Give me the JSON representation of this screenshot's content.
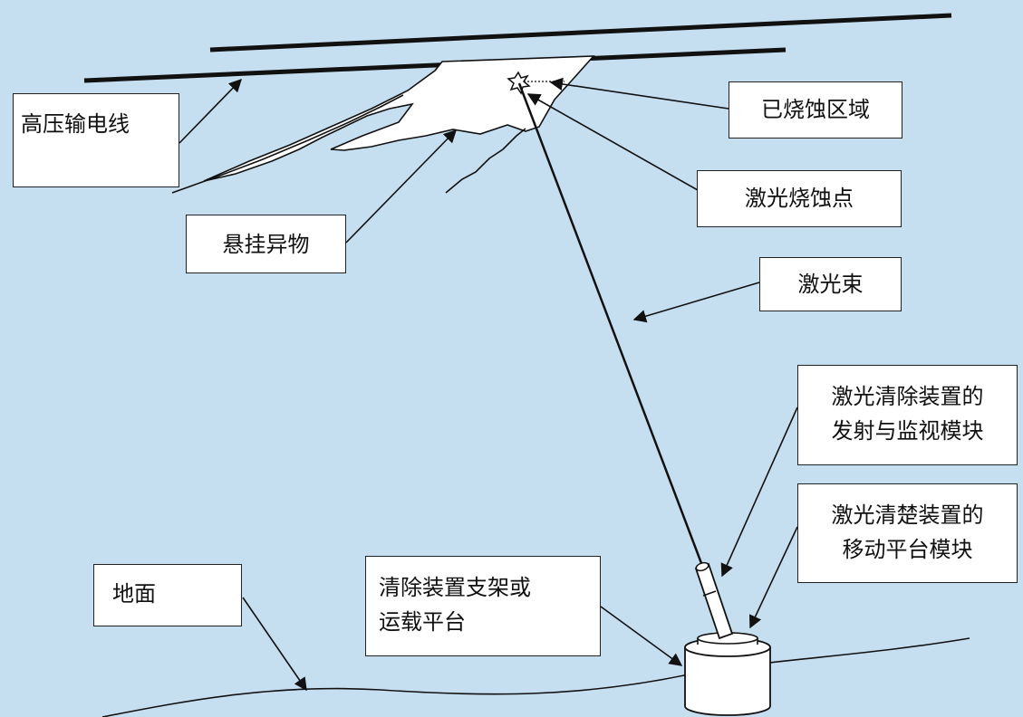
{
  "labels": {
    "power_line": "高压输电线",
    "ablated_area": "已烧蚀区域",
    "ablation_point": "激光烧蚀点",
    "foreign_object": "悬挂异物",
    "laser_beam": "激光束",
    "emit_module": [
      "激光清除装置的",
      "发射与监视模块"
    ],
    "platform_module": [
      "激光清楚装置的",
      "移动平台模块"
    ],
    "ground": "地面",
    "support": [
      "清除装置支架或",
      "运载平台"
    ]
  },
  "colors": {
    "background": "#c6dff0",
    "box_fill": "#ffffff",
    "line": "#111111"
  }
}
